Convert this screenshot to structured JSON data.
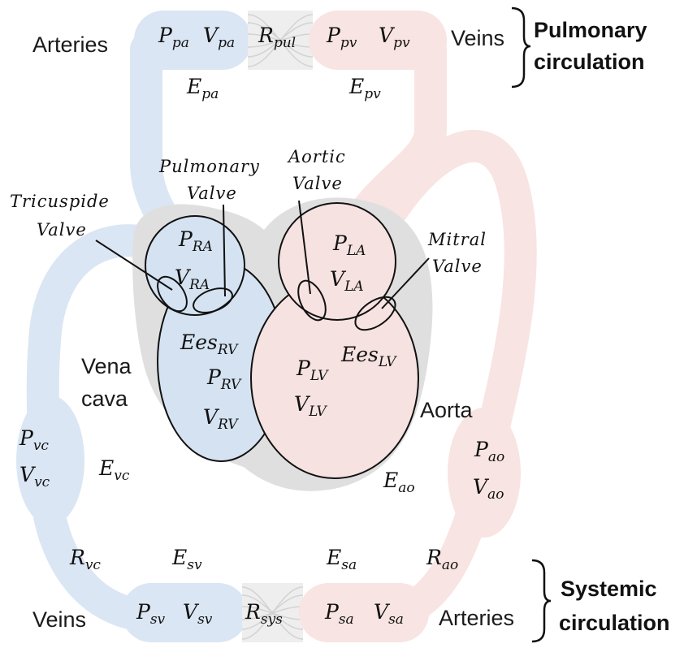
{
  "colors": {
    "venous_blue": "#dbe6f4",
    "arterial_pink": "#f8e4e2",
    "pericardium_gray": "#e0dfe0",
    "rv_fill": "#d4e2f1",
    "lv_fill": "#f6e2e0",
    "outline": "#111111"
  },
  "pulmonary": {
    "arteries_label": "Arteries",
    "veins_label": "Veins",
    "bracket_line1": "Pulmonary",
    "bracket_line2": "circulation"
  },
  "systemic": {
    "veins_label": "Veins",
    "arteries_label": "Arteries",
    "bracket_line1": "Systemic",
    "bracket_line2": "circulation"
  },
  "vessels": {
    "vena_cava_line1": "Vena",
    "vena_cava_line2": "cava",
    "aorta_label": "Aorta"
  },
  "valves": {
    "tricuspid_line1": "Tricuspide",
    "tricuspid_line2": "Valve",
    "pulmonary_line1": "Pulmonary",
    "pulmonary_line2": "Valve",
    "aortic_line1": "Aortic",
    "aortic_line2": "Valve",
    "mitral_line1": "Mitral",
    "mitral_line2": "Valve"
  },
  "symbols": {
    "Ppa": {
      "base": "P",
      "sub": "pa"
    },
    "Vpa": {
      "base": "V",
      "sub": "pa"
    },
    "Rpul": {
      "base": "R",
      "sub": "pul"
    },
    "Ppv": {
      "base": "P",
      "sub": "pv"
    },
    "Vpv": {
      "base": "V",
      "sub": "pv"
    },
    "Epa": {
      "base": "E",
      "sub": "pa"
    },
    "Epv": {
      "base": "E",
      "sub": "pv"
    },
    "PRA": {
      "base": "P",
      "sub": "RA"
    },
    "VRA": {
      "base": "V",
      "sub": "RA"
    },
    "PLA": {
      "base": "P",
      "sub": "LA"
    },
    "VLA": {
      "base": "V",
      "sub": "LA"
    },
    "EesRV": {
      "base": "Ees",
      "sub": "RV"
    },
    "PRV": {
      "base": "P",
      "sub": "RV"
    },
    "VRV": {
      "base": "V",
      "sub": "RV"
    },
    "EesLV": {
      "base": "Ees",
      "sub": "LV"
    },
    "PLV": {
      "base": "P",
      "sub": "LV"
    },
    "VLV": {
      "base": "V",
      "sub": "LV"
    },
    "Pvc": {
      "base": "P",
      "sub": "vc"
    },
    "Vvc": {
      "base": "V",
      "sub": "vc"
    },
    "Evc": {
      "base": "E",
      "sub": "vc"
    },
    "Pao": {
      "base": "P",
      "sub": "ao"
    },
    "Vao": {
      "base": "V",
      "sub": "ao"
    },
    "Eao": {
      "base": "E",
      "sub": "ao"
    },
    "Rvc": {
      "base": "R",
      "sub": "vc"
    },
    "Esv": {
      "base": "E",
      "sub": "sv"
    },
    "Esa": {
      "base": "E",
      "sub": "sa"
    },
    "Rao": {
      "base": "R",
      "sub": "ao"
    },
    "Psv": {
      "base": "P",
      "sub": "sv"
    },
    "Vsv": {
      "base": "V",
      "sub": "sv"
    },
    "Rsys": {
      "base": "R",
      "sub": "sys"
    },
    "Psa": {
      "base": "P",
      "sub": "sa"
    },
    "Vsa": {
      "base": "V",
      "sub": "sa"
    }
  }
}
